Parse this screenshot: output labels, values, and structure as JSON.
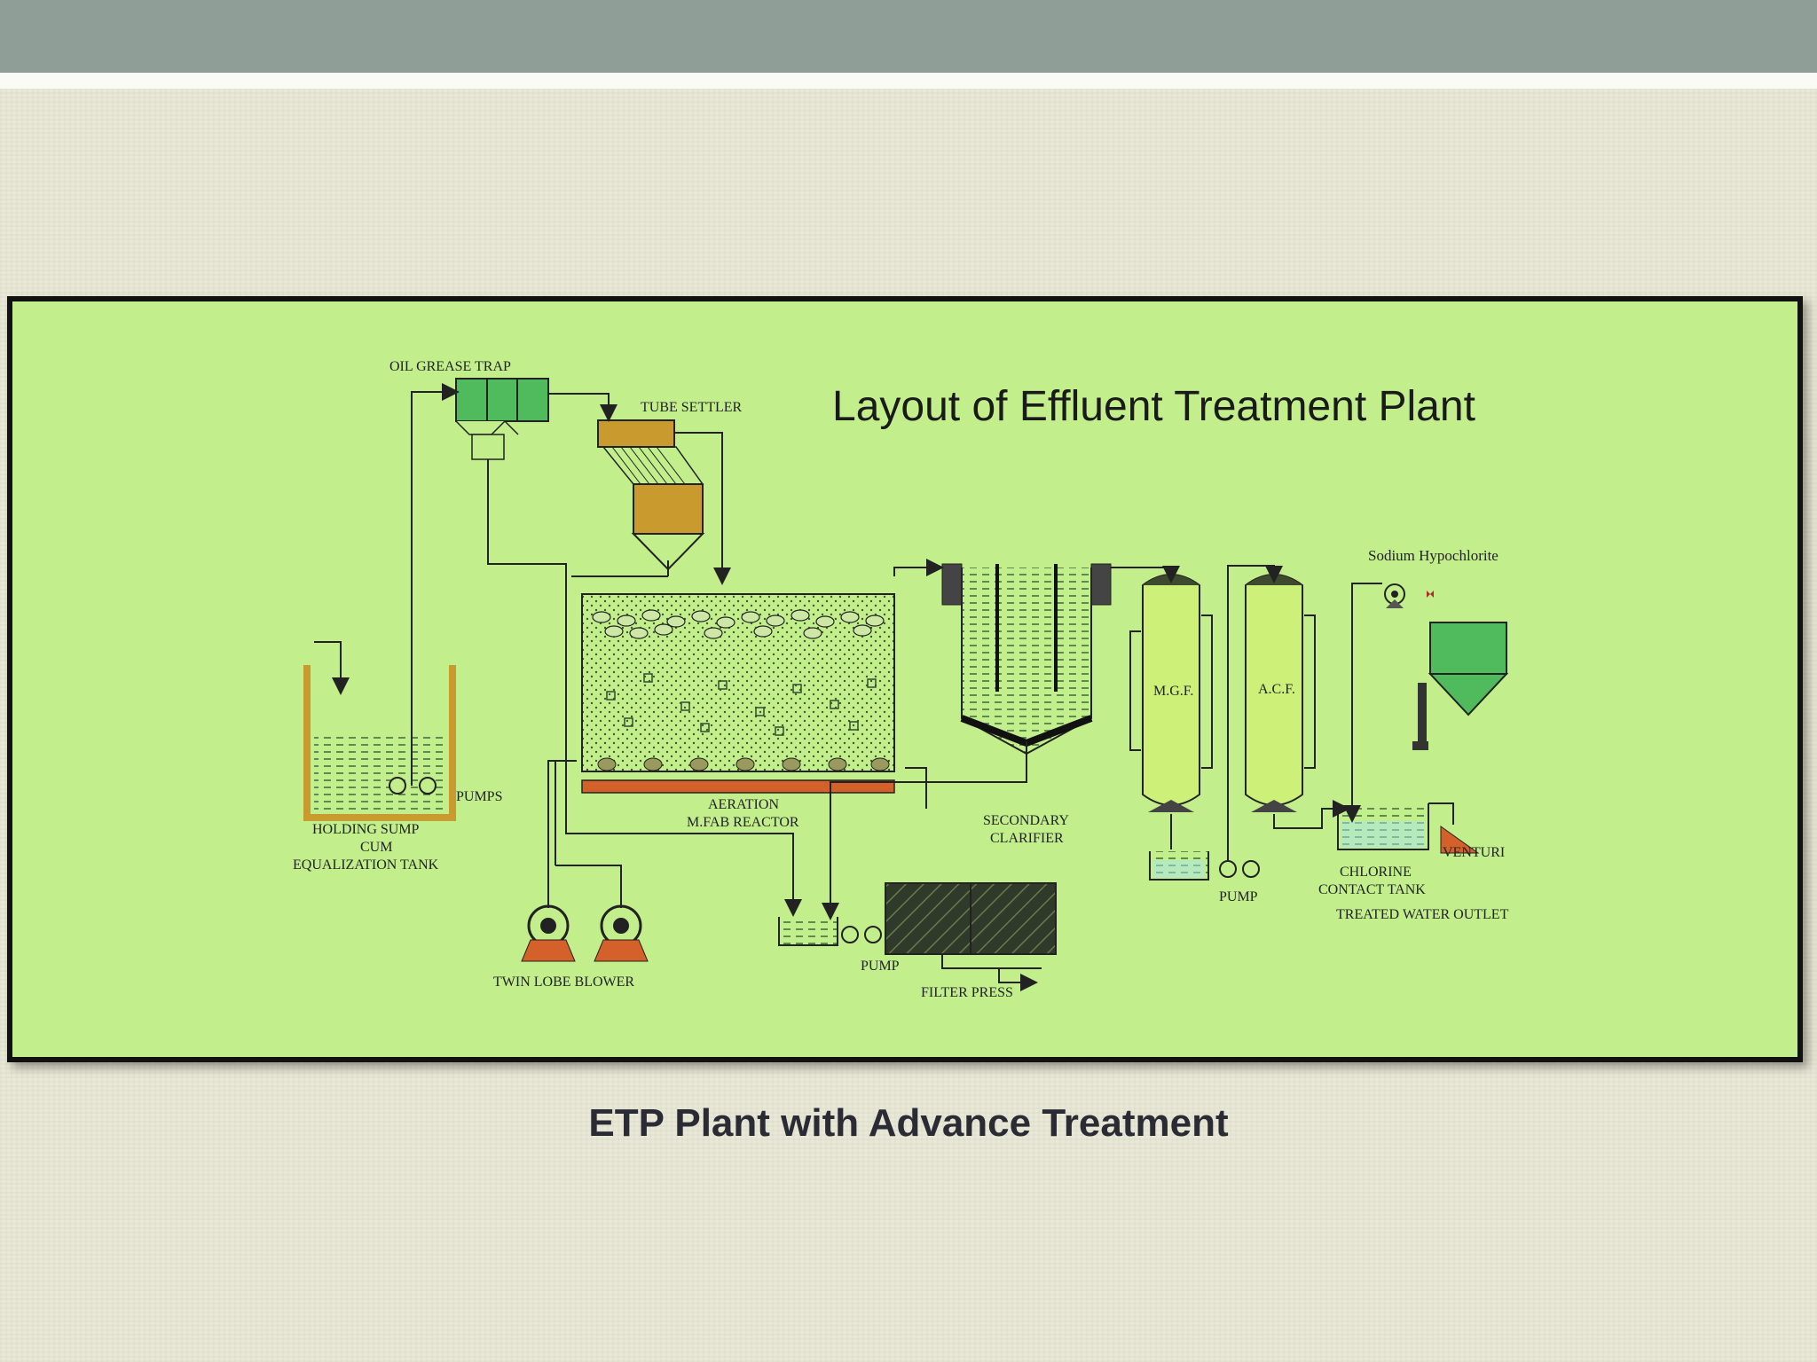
{
  "slide": {
    "caption": "ETP Plant with Advance Treatment",
    "header_color": "#8f9e97",
    "diagram_bg": "#c2ef8c"
  },
  "diagram": {
    "title": "Layout of Effluent Treatment Plant",
    "labels": {
      "oil_grease_trap": "OIL GREASE TRAP",
      "tube_settler": "TUBE SETTLER",
      "pumps": "PUMPS",
      "holding_sump_1": "HOLDING SUMP",
      "holding_sump_2": "CUM",
      "holding_sump_3": "EQUALIZATION TANK",
      "aeration_1": "AERATION",
      "aeration_2": "M.FAB REACTOR",
      "secondary_clarifier_1": "SECONDARY",
      "secondary_clarifier_2": "CLARIFIER",
      "mgf": "M.G.F.",
      "acf": "A.C.F.",
      "sodium_hypochlorite": "Sodium Hypochlorite",
      "venturi": "VENTURI",
      "chlorine_tank_1": "CHLORINE",
      "chlorine_tank_2": "CONTACT TANK",
      "treated_water_outlet": "TREATED WATER OUTLET",
      "pump_filter": "PUMP",
      "pump_mid": "PUMP",
      "filter_press": "FILTER PRESS",
      "twin_lobe_blower": "TWIN LOBE BLOWER"
    }
  }
}
